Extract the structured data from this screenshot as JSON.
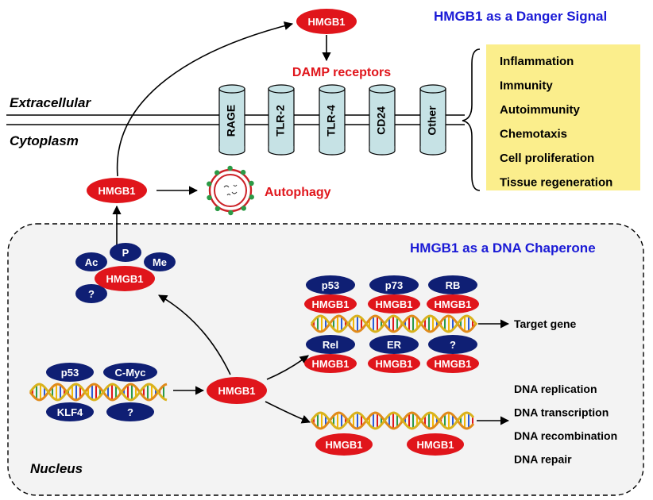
{
  "titles": {
    "danger": "HMGB1 as a Danger Signal",
    "chaperone": "HMGB1 as a DNA Chaperone"
  },
  "regions": {
    "extracellular": "Extracellular",
    "cytoplasm": "Cytoplasm",
    "nucleus": "Nucleus"
  },
  "colors": {
    "hmgb1_red": "#e0151b",
    "partner_navy": "#0f1f74",
    "title_blue": "#1a1ad6",
    "receptor_fill": "#c6e2e5",
    "outcome_box": "#fbee8c",
    "nucleus_fill": "#f3f3f3"
  },
  "hmgb1_label": "HMGB1",
  "damp_receptors": {
    "label": "DAMP receptors",
    "receptors": [
      "RAGE",
      "TLR-2",
      "TLR-4",
      "CD24",
      "Other"
    ]
  },
  "autophagy": {
    "label": "Autophagy"
  },
  "outcomes": [
    "Inflammation",
    "Immunity",
    "Autoimmunity",
    "Chemotaxis",
    "Cell proliferation",
    "Tissue regeneration"
  ],
  "modifications": [
    "Ac",
    "P",
    "Me",
    "?"
  ],
  "dna_partners": {
    "upper": [
      "p53",
      "p73",
      "RB"
    ],
    "lower": [
      "Rel",
      "ER",
      "?"
    ],
    "target": "Target gene"
  },
  "tf_partners": [
    "p53",
    "C-Myc",
    "KLF4",
    "?"
  ],
  "dna_processes": [
    "DNA replication",
    "DNA transcription",
    "DNA recombination",
    "DNA repair"
  ]
}
